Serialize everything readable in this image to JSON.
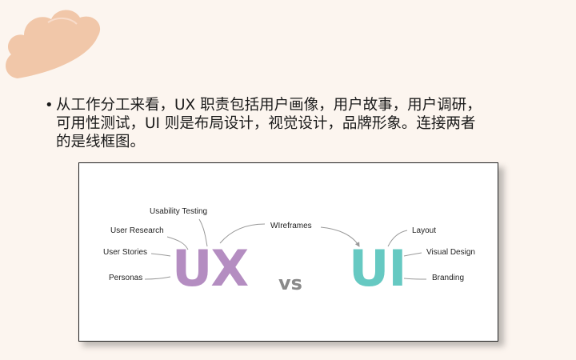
{
  "slide": {
    "bullet_mark": "•",
    "text_lines": [
      "从工作分工来看，UX 职责包括用户画像，用户故事，用户调研，",
      "可用性测试，UI 则是布局设计，视觉设计，品牌形象。连接两者",
      "的是线框图。"
    ],
    "decoration_icon": "cloud-icon"
  },
  "figure": {
    "ux_label": "UX",
    "ui_label": "UI",
    "vs_label": "vs",
    "wireframes_label": "WIreframes",
    "ux_items": [
      "Usability Testing",
      "User Research",
      "User Stories",
      "Personas"
    ],
    "ui_items": [
      "Layout",
      "Visual Design",
      "Branding"
    ],
    "colors": {
      "ux": "#b48dc1",
      "ui": "#66c9c2",
      "vs": "#8a8a8a",
      "cloud": "#f1c7a9",
      "background": "#fcf5ef"
    }
  }
}
